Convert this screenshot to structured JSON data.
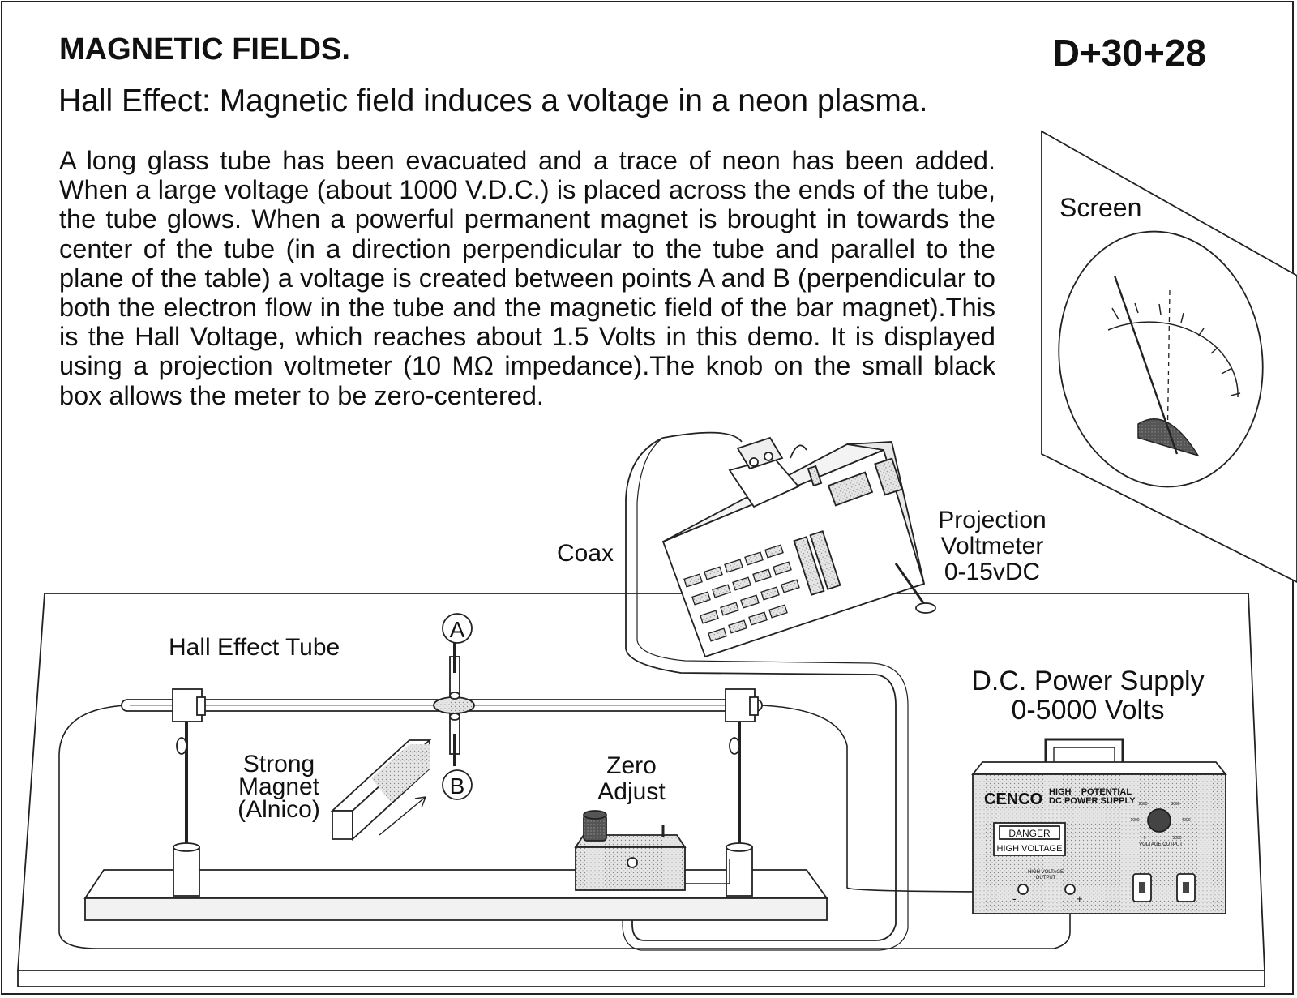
{
  "header": {
    "title": "MAGNETIC FIELDS.",
    "code": "D+30+28",
    "subtitle": "Hall Effect: Magnetic field induces a voltage in a neon plasma."
  },
  "description": "A long glass tube has been evacuated and a trace of neon has been added.  When a large voltage (about 1000 V.D.C.) is placed across the ends of the tube, the tube glows. When a powerful permanent magnet is brought in towards the center of the tube (in a direction perpendicular to the tube and parallel to the plane of the table) a voltage is created between points A and B (perpendicular to both the electron flow in the tube and the magnetic field of the bar magnet).This is the Hall Voltage, which reaches about 1.5 Volts in this demo. It is displayed using a projection voltmeter (10 MΩ impedance).The knob on the small black box allows the meter to be  zero-centered.",
  "labels": {
    "screen": "Screen",
    "coax": "Coax",
    "projection_voltmeter": [
      "Projection",
      "Voltmeter",
      "0-15vDC"
    ],
    "hall_effect_tube": "Hall Effect Tube",
    "point_a": "A",
    "point_b": "B",
    "strong_magnet": [
      "Strong",
      "Magnet",
      "(Alnico)"
    ],
    "zero_adjust": [
      "Zero",
      "Adjust"
    ],
    "power_supply": [
      "D.C. Power Supply",
      "0-5000 Volts"
    ]
  },
  "power_supply_panel": {
    "brand": "CENCO",
    "heading": [
      "HIGH    POTENTIAL",
      "DC POWER SUPPLY"
    ],
    "danger": "DANGER",
    "high_voltage": "HIGH VOLTAGE",
    "output_label": [
      "HIGH VOLTAGE",
      "OUTPUT"
    ],
    "voltage_output": "VOLTAGE OUTPUT",
    "dial_marks": [
      "2500",
      "3000",
      "1000",
      "4000",
      "0",
      "5000"
    ],
    "minus": "-",
    "plus": "+"
  }
}
